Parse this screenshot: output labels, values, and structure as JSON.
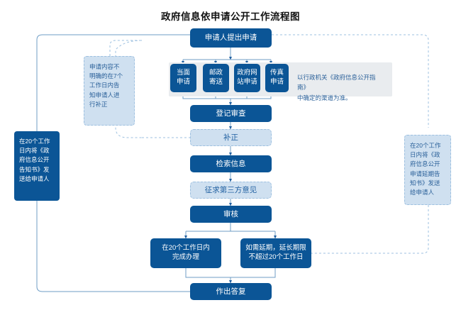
{
  "page": {
    "title": "政府信息依申请公开工作流程图"
  },
  "colors": {
    "primary": "#0b5596",
    "light_fill": "#cfe0f0",
    "light_border": "#9dc0e0",
    "band": "#e9ecef",
    "connector": "#6f9ec6",
    "text_dark": "#111111",
    "text_blue": "#2a6099"
  },
  "flow": {
    "start": {
      "label": "申请人提出申请"
    },
    "channels": [
      {
        "label": "当面\n申请"
      },
      {
        "label": "邮政\n寄送"
      },
      {
        "label": "政府网\n站申请"
      },
      {
        "label": "传真\n申请"
      }
    ],
    "steps": [
      {
        "label": "登记审查",
        "style": "solid"
      },
      {
        "label": "补正",
        "style": "dashed"
      },
      {
        "label": "检索信息",
        "style": "solid"
      },
      {
        "label": "征求第三方意见",
        "style": "dashed"
      },
      {
        "label": "审核",
        "style": "solid"
      }
    ],
    "branches": [
      {
        "label": "在20个工作日内\n完成办理"
      },
      {
        "label": "如需延期，延长期限\n不超过20个工作日"
      }
    ],
    "end": {
      "label": "作出答复"
    }
  },
  "notes": {
    "channel_note": "以行政机关《政府信息公开指南》\n中确定的渠道为准。",
    "correction_note": "申请内容不\n明确的在7个\n工作日内告\n知申请人进\n行补正",
    "left_notice": "在20个工作\n日内将《政\n府信息公开\n告知书》发\n送给申请人",
    "right_notice": "在20个工作\n日内将《政\n府信息公开\n申请延期告\n知书》发送\n给申请人"
  }
}
